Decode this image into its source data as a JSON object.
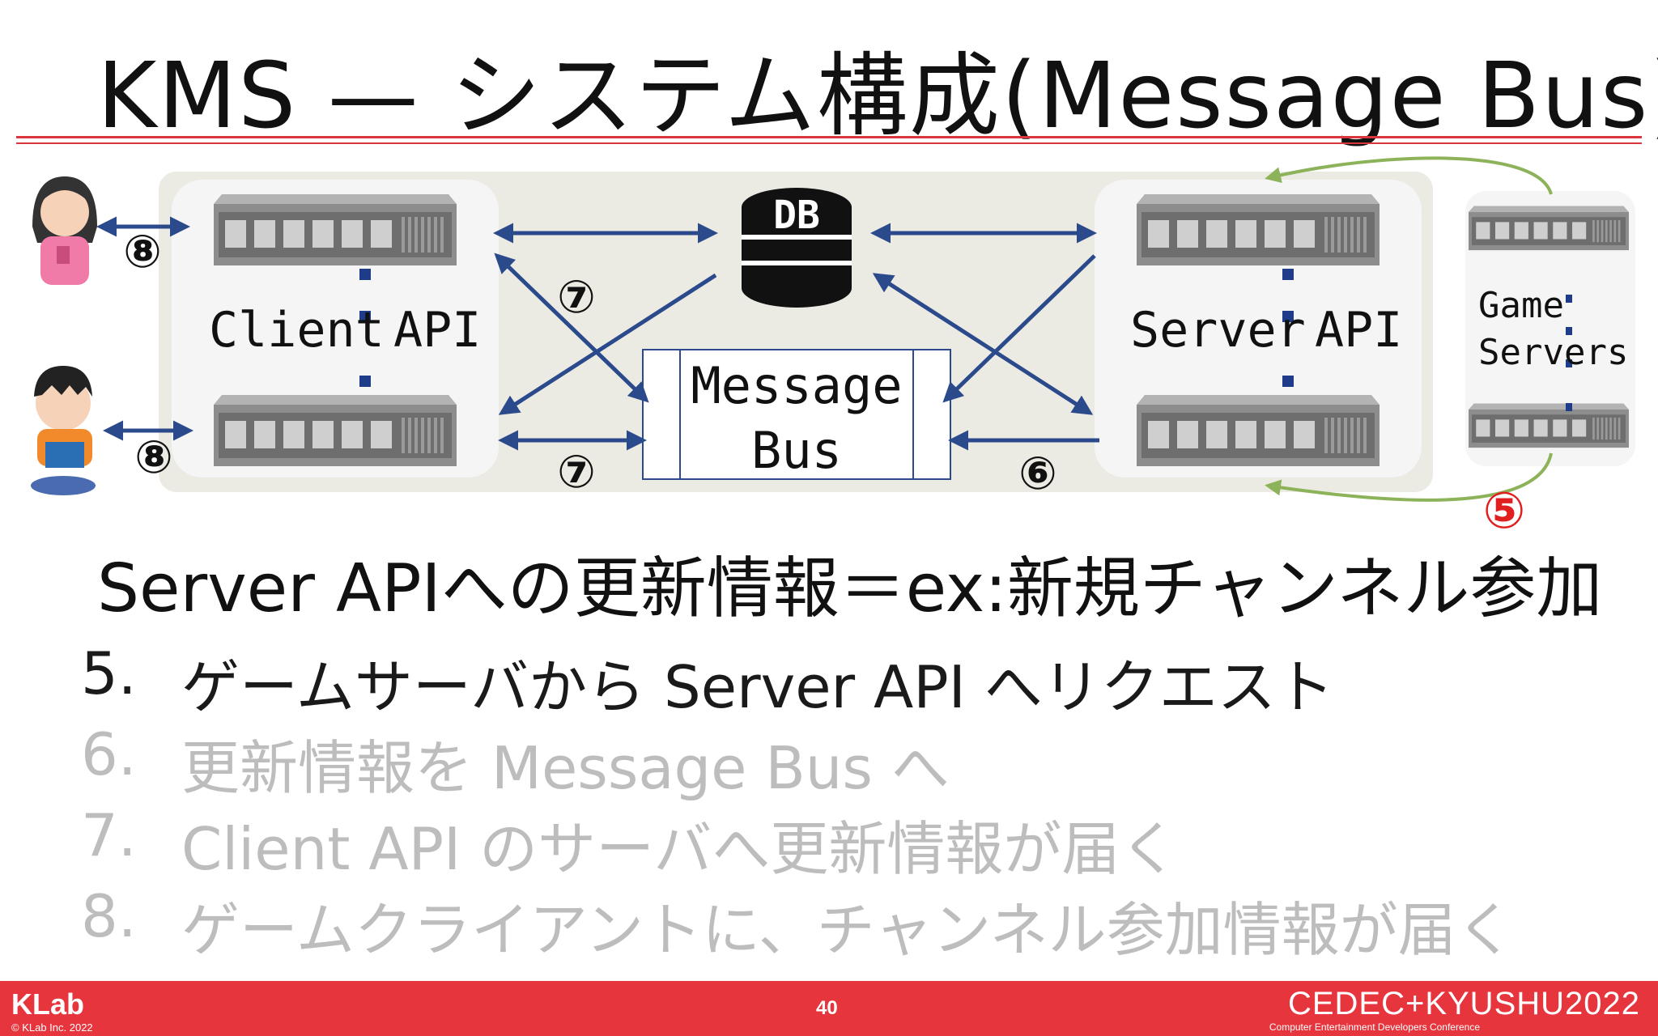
{
  "title": "KMS — システム構成(Message Bus)",
  "diagram": {
    "client_api_label": "Client",
    "client_api_label2": "API",
    "server_api_label": "Server",
    "server_api_label2": "API",
    "game_servers_label": "Game",
    "game_servers_label2": "Servers",
    "db_label": "DB",
    "message_bus_label": "Message",
    "message_bus_label2": "Bus",
    "markers": {
      "five": "⑤",
      "six": "⑥",
      "seven_top": "⑦",
      "seven_bottom": "⑦",
      "eight_top": "⑧",
      "eight_bottom": "⑧"
    },
    "colors": {
      "arrow": "#2b4a8c",
      "green_arrow": "#8db35a",
      "marker_red": "#e02020",
      "panel_bg": "#ecebe3"
    }
  },
  "subhead": "Server APIへの更新情報＝ex:新規チャンネル参加",
  "steps": [
    {
      "num": "5.",
      "text": "ゲームサーバから Server API へリクエスト"
    },
    {
      "num": "6.",
      "text": "更新情報を Message Bus へ"
    },
    {
      "num": "7.",
      "text": "Client API のサーバへ更新情報が届く"
    },
    {
      "num": "8.",
      "text": "ゲームクライアントに、チャンネル参加情報が届く"
    }
  ],
  "footer": {
    "logo": "KLab",
    "copyright": "© KLab Inc. 2022",
    "page_number": "40",
    "event": "CEDEC+KYUSHU2022",
    "event_sub": "Computer Entertainment Developers Conference"
  }
}
